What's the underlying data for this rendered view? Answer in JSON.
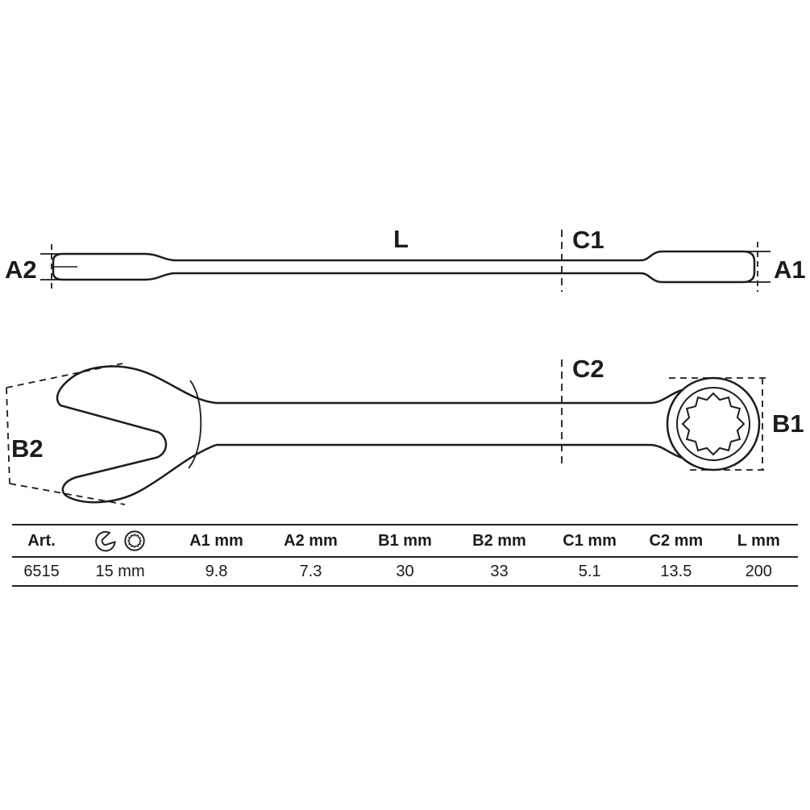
{
  "diagram": {
    "labels": {
      "l": "L",
      "c1": "C1",
      "a1": "A1",
      "a2": "A2",
      "c2": "C2",
      "b1": "B1",
      "b2": "B2"
    },
    "icons": [
      "open-end-wrench-icon",
      "ring-12-point-icon"
    ]
  },
  "table": {
    "headers": {
      "art": "Art.",
      "a1": "A1 mm",
      "a2": "A2 mm",
      "b1": "B1 mm",
      "b2": "B2 mm",
      "c1": "C1 mm",
      "c2": "C2 mm",
      "l": "L mm"
    },
    "row": {
      "art": "6515",
      "size": "15 mm",
      "a1": "9.8",
      "a2": "7.3",
      "b1": "30",
      "b2": "33",
      "c1": "5.1",
      "c2": "13.5",
      "l": "200"
    }
  },
  "colors": {
    "line": "#1c1c1c",
    "background": "#ffffff"
  }
}
